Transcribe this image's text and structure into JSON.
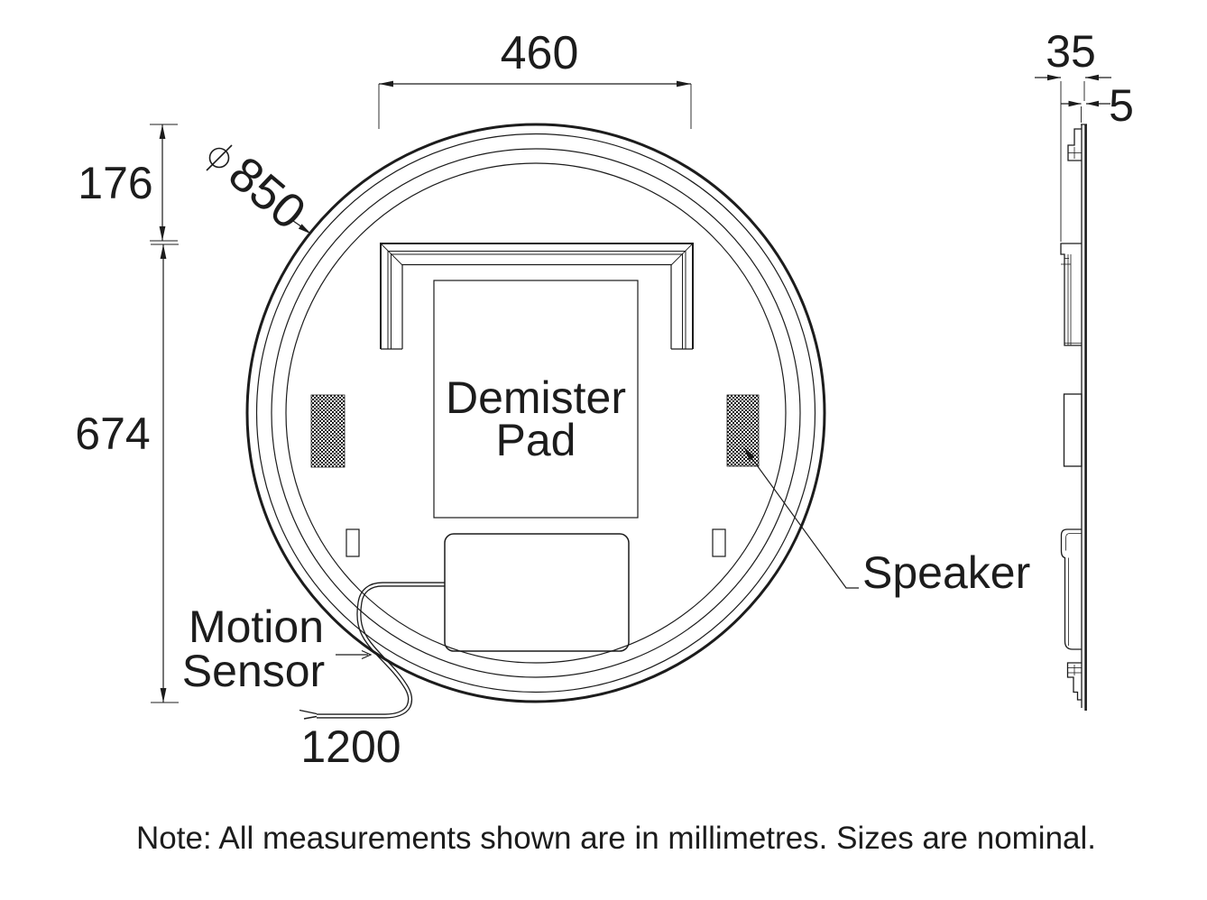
{
  "front_view": {
    "diameter_value": "850",
    "demister_pad_line1": "Demister",
    "demister_pad_line2": "Pad",
    "speaker_label": "Speaker",
    "motion_sensor_line1": "Motion",
    "motion_sensor_line2": "Sensor",
    "cable_length_label": "1200"
  },
  "side_view": {
    "depth_label": "35",
    "glass_thickness_label": "5"
  },
  "dimensions": {
    "bracket_width_label": "460",
    "top_offset_label": "176",
    "height_label": "674"
  },
  "note_text": "Note: All measurements shown are in millimetres. Sizes are nominal.",
  "colors": {
    "line": "#1c1c1c",
    "background": "#ffffff"
  }
}
